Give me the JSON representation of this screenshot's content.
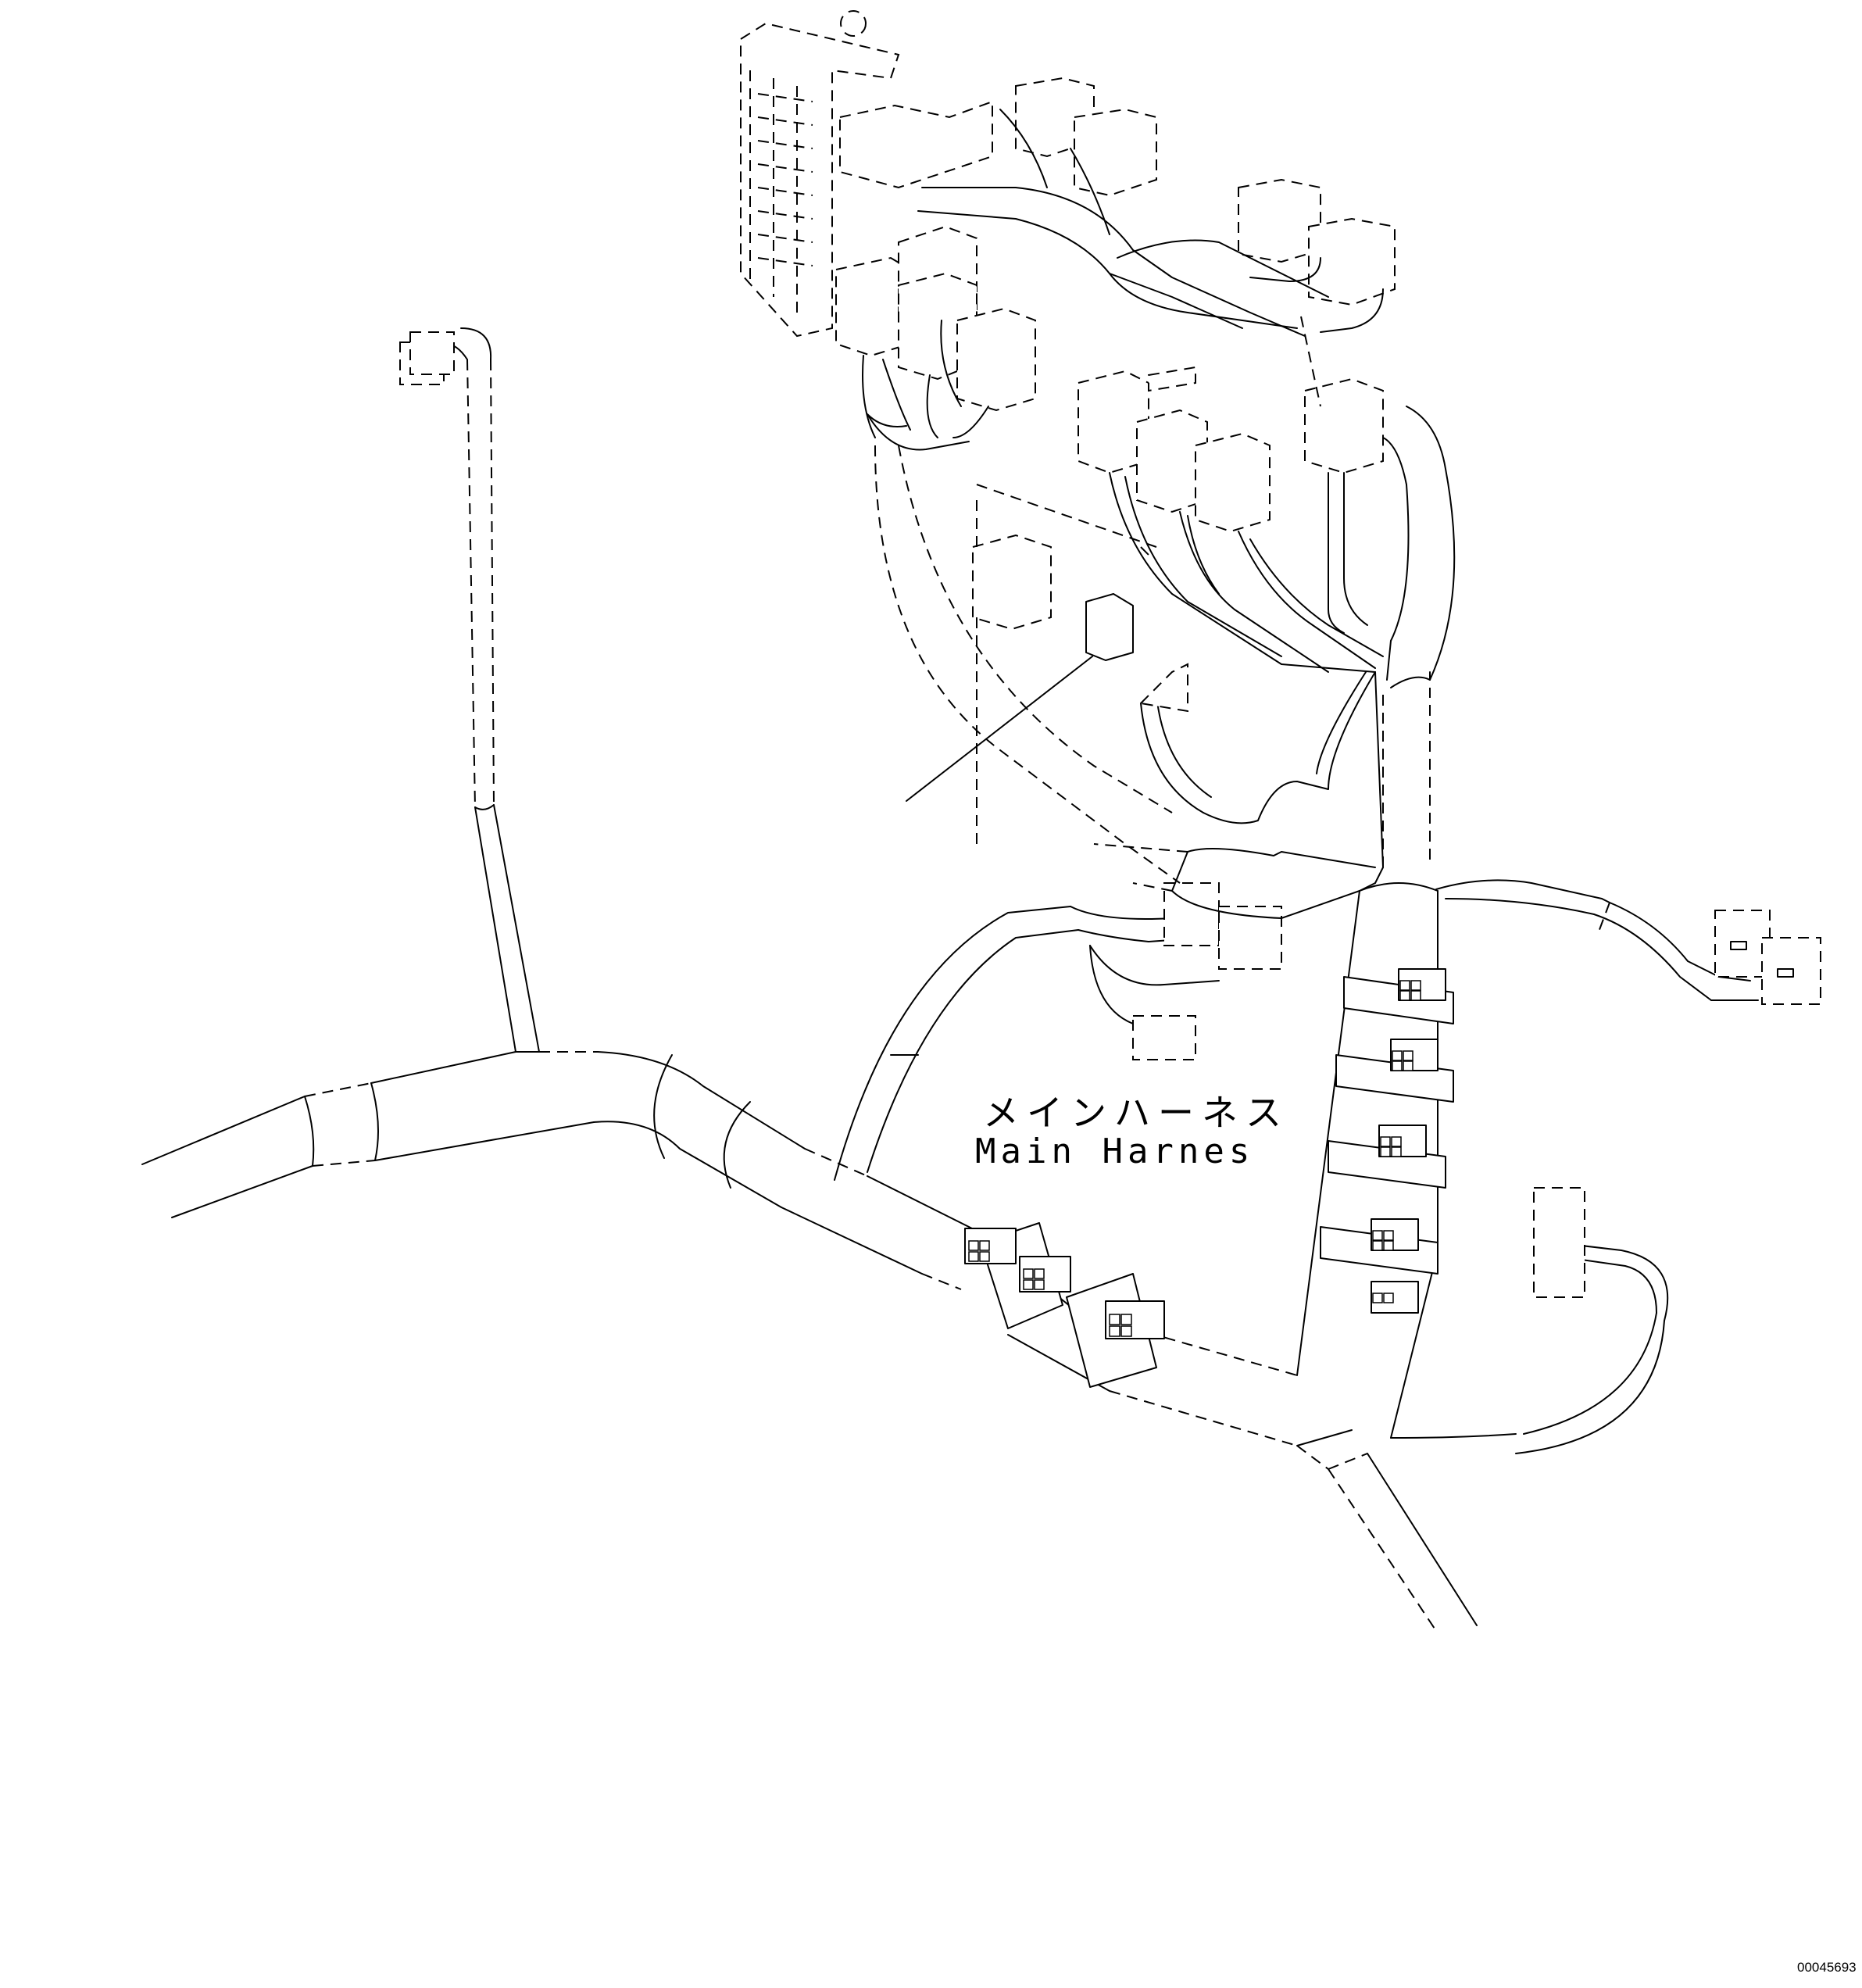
{
  "diagram": {
    "harness_label_jp": "メインハーネス",
    "harness_label_en": "Main Harnes",
    "drawing_number": "00045693"
  },
  "colors": {
    "line": "#000000",
    "background": "#ffffff"
  },
  "icons": {
    "connector": "connector-icon",
    "fuse_box": "fuse-box-icon",
    "clamp": "harness-clamp-icon"
  }
}
